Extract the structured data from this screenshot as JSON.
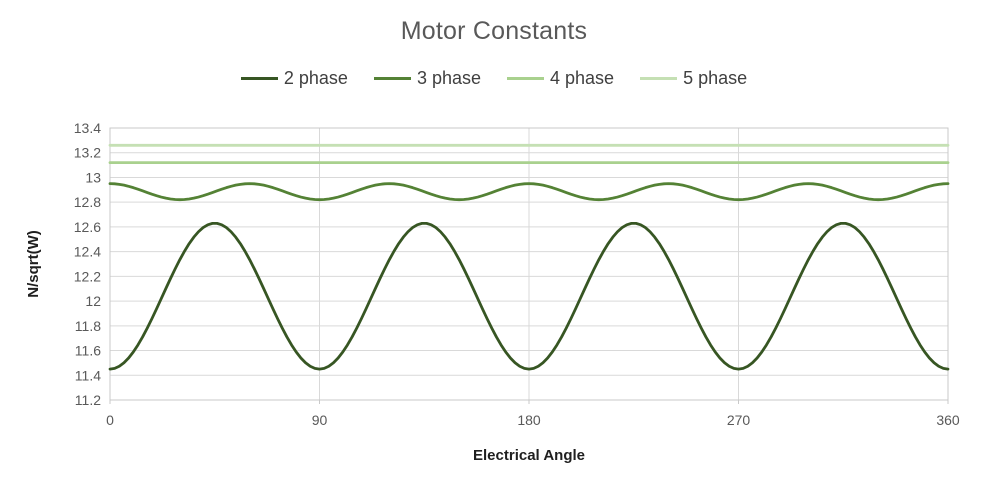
{
  "chart_data": {
    "type": "line",
    "title": "Motor Constants",
    "xlabel": "Electrical Angle",
    "ylabel": "N/sqrt(W)",
    "x_unit": "degrees",
    "xlim": [
      0,
      360
    ],
    "ylim": [
      11.2,
      13.4
    ],
    "x_ticks": [
      0,
      90,
      180,
      270,
      360
    ],
    "y_ticks": [
      11.2,
      11.4,
      11.6,
      11.8,
      12,
      12.2,
      12.4,
      12.6,
      12.8,
      13,
      13.2,
      13.4
    ],
    "grid": true,
    "legend_position": "top-center",
    "background_color": "#ffffff",
    "gridline_color": "#d9d9d9",
    "axis_line_color": "#c9c9c9",
    "title_color": "#595959",
    "tick_label_color": "#595959",
    "axis_title_color": "#1f1f1f",
    "legend_text_color": "#404040",
    "series": [
      {
        "name": "2 phase",
        "color": "#375623",
        "waveform": {
          "kind": "cosine",
          "mean": 12.04,
          "amplitude": -0.59,
          "period_deg": 90,
          "phase": "minimum at 0 deg"
        },
        "y_min": 11.45,
        "y_max": 12.63,
        "peaks_at_deg": [
          45,
          135,
          225,
          315
        ],
        "troughs_at_deg": [
          0,
          90,
          180,
          270,
          360
        ]
      },
      {
        "name": "3 phase",
        "color": "#548235",
        "waveform": {
          "kind": "cosine",
          "mean": 12.885,
          "amplitude": 0.065,
          "period_deg": 60,
          "phase": "maximum at 0 deg"
        },
        "y_min": 12.82,
        "y_max": 12.95,
        "peaks_at_deg": [
          0,
          60,
          120,
          180,
          240,
          300,
          360
        ],
        "troughs_at_deg": [
          30,
          90,
          150,
          210,
          270,
          330
        ]
      },
      {
        "name": "4 phase",
        "color": "#a9d18e",
        "waveform": {
          "kind": "constant",
          "value": 13.12
        }
      },
      {
        "name": "5 phase",
        "color": "#c5e0b4",
        "waveform": {
          "kind": "constant",
          "value": 13.26
        }
      }
    ]
  }
}
